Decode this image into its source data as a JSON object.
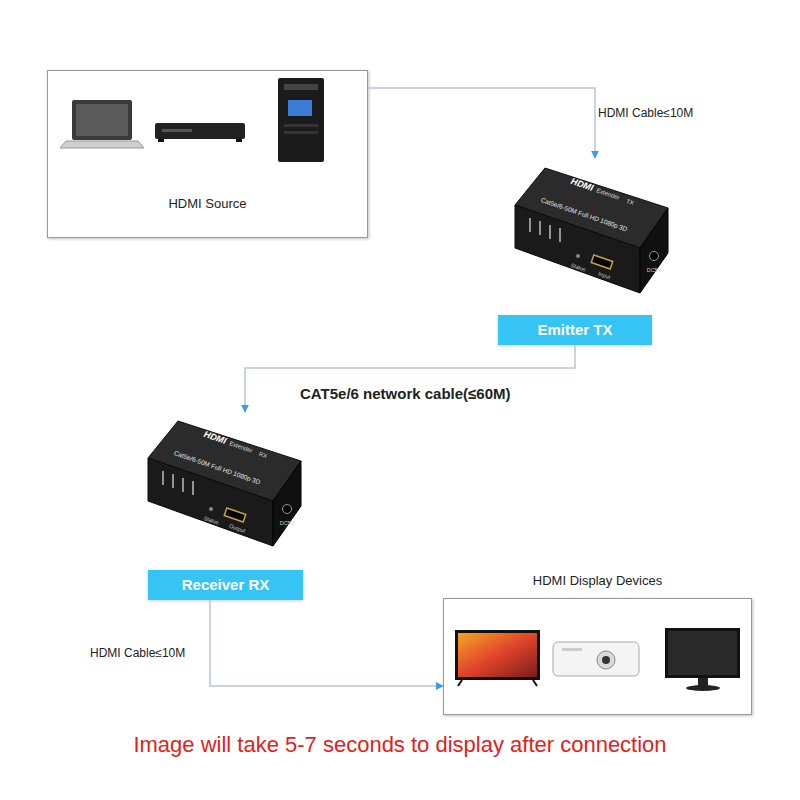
{
  "diagram": {
    "caption": "Image will take 5-7 seconds to display after connection",
    "nodes": [
      {
        "text": [
          "HDMI Source"
        ]
      },
      {
        "text": [
          "Emitter TX"
        ]
      },
      {
        "text": [
          "Receiver RX"
        ]
      },
      {
        "text": [
          "HDMI Display Devices"
        ]
      }
    ],
    "edges": [
      {
        "from": 0,
        "to": 1,
        "arrow": "to",
        "label": "HDMI Cable≤10M"
      },
      {
        "from": 1,
        "to": 2,
        "arrow": "to",
        "label": "CAT5e/6 network cable(≤60M)"
      },
      {
        "from": 2,
        "to": 3,
        "arrow": "to",
        "label": "HDMI Cable≤10M"
      }
    ],
    "labels": [
      "HDMI",
      "Extender",
      "TX",
      "Cat5e/6-50M Full HD 1080p 3D",
      "Status",
      "Input",
      "DC5V",
      "HDMI",
      "Extender",
      "RX",
      "Cat5e/6-50M Full HD 1080p 3D",
      "Status",
      "Output",
      "DC5V"
    ]
  }
}
